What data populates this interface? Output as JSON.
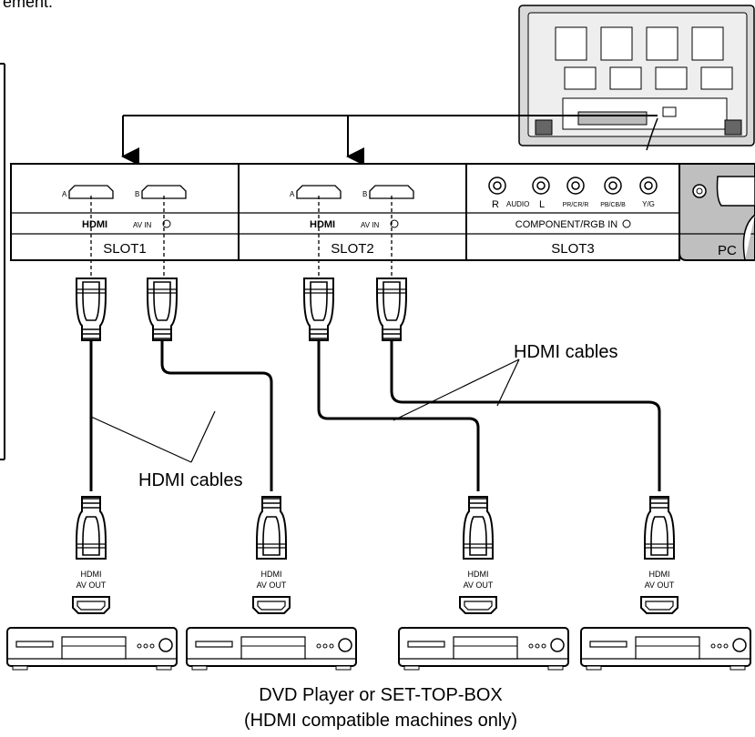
{
  "top_fragment": "ement.",
  "slots": [
    {
      "label": "SLOT1",
      "port_a": "A",
      "port_b": "B",
      "hdmi_logo": "HDMI",
      "input": "AV IN"
    },
    {
      "label": "SLOT2",
      "port_a": "A",
      "port_b": "B",
      "hdmi_logo": "HDMI",
      "input": "AV IN"
    },
    {
      "label": "SLOT3",
      "r": "R",
      "audio": "AUDIO",
      "l": "L",
      "pr": "PR/CR/R",
      "pb": "PB/CB/B",
      "y": "Y/G",
      "input": "COMPONENT/RGB IN"
    }
  ],
  "pc_label": "PC",
  "cable_label_right": "HDMI cables",
  "cable_label_left": "HDMI cables",
  "device_port": {
    "line1": "HDMI",
    "line2": "AV OUT"
  },
  "caption": {
    "line1": "DVD Player or SET-TOP-BOX",
    "line2": "(HDMI compatible machines only)"
  }
}
